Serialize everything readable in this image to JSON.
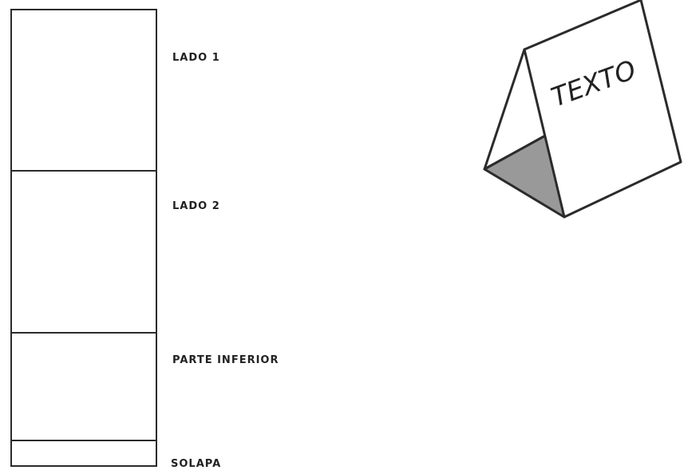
{
  "template": {
    "panels": [
      {
        "label": "LADO 1"
      },
      {
        "label": "LADO 2"
      },
      {
        "label": "PARTE INFERIOR"
      },
      {
        "label": "SOLAPA"
      }
    ]
  },
  "illustration": {
    "tent_text": "TEXTO",
    "colors": {
      "outline": "#2b2b2b",
      "shaded_face": "#999999",
      "background": "#ffffff"
    }
  }
}
